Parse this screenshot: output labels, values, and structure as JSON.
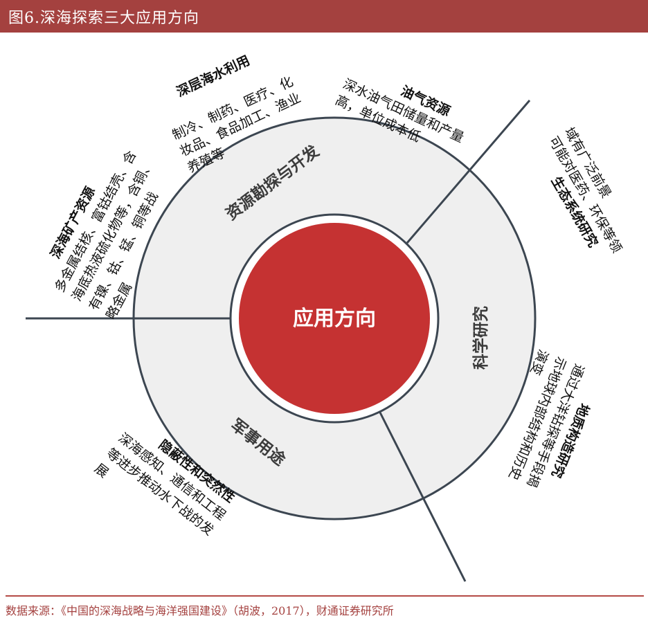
{
  "header": {
    "title": "图6.深海探索三大应用方向"
  },
  "diagram": {
    "center": "应用方向",
    "segments": [
      "资源勘探与开发",
      "科学研究",
      "军事用途"
    ],
    "annotations": {
      "oil_gas": {
        "title": "油气资源",
        "lines": [
          "深水油气田储量和产量",
          "高，单位成本低"
        ]
      },
      "deep_water": {
        "title": "深层海水利用",
        "lines": [
          "制冷、制药、医疗、化",
          "妆品、食品加工、渔业",
          "养殖等"
        ]
      },
      "minerals": {
        "title": "深海矿产资源",
        "lines": [
          "多金属结核、富钴结壳、含",
          "海底热液硫化物等，含铜、",
          "有镍、钴、锰、铜等战",
          "略金属"
        ]
      },
      "ecology": {
        "title": "生态系统研究",
        "lines": [
          "可能对医药、环保等领",
          "域有广泛前景"
        ]
      },
      "geology": {
        "title": "地质构造研究",
        "lines": [
          "通过大洋钻探等手段揭",
          "示地球内部结构和历史",
          "演变"
        ]
      },
      "military": {
        "title": "隐蔽性和突然性",
        "lines": [
          "深海感知、通信和工程",
          "等进步推动水下战的发",
          "展"
        ]
      }
    }
  },
  "footer": {
    "source": "数据来源：《中国的深海战略与海洋强国建设》（胡波，2017），财通证券研究所"
  }
}
